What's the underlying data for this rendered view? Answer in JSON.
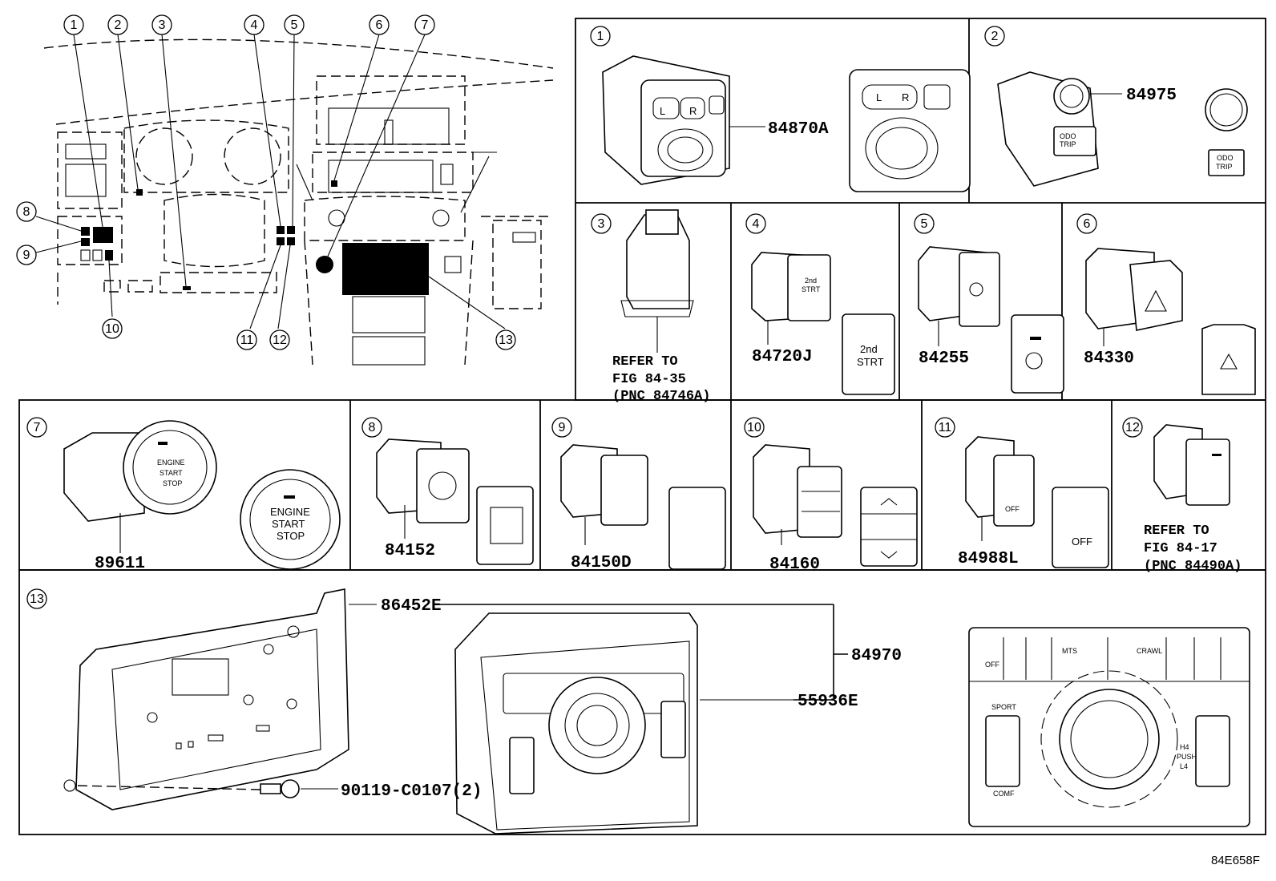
{
  "callouts": [
    "1",
    "2",
    "3",
    "4",
    "5",
    "6",
    "7",
    "8",
    "9",
    "10",
    "11",
    "12",
    "13"
  ],
  "panels": {
    "p1": {
      "num": "1",
      "part": "84870A",
      "btn_l": "L",
      "btn_r": "R"
    },
    "p2": {
      "num": "2",
      "part": "84975",
      "odo": "ODO",
      "trip": "TRIP"
    },
    "p3": {
      "num": "3",
      "ref1": "REFER TO",
      "ref2": "FIG 84-35",
      "ref3": "(PNC 84746A)"
    },
    "p4": {
      "num": "4",
      "part": "84720J",
      "btn1": "2nd",
      "btn2": "STRT"
    },
    "p5": {
      "num": "5",
      "part": "84255"
    },
    "p6": {
      "num": "6",
      "part": "84330"
    },
    "p7": {
      "num": "7",
      "part": "89611",
      "l1": "ENGINE",
      "l2": "START",
      "l3": "STOP"
    },
    "p8": {
      "num": "8",
      "part": "84152"
    },
    "p9": {
      "num": "9",
      "part": "84150D"
    },
    "p10": {
      "num": "10",
      "part": "84160"
    },
    "p11": {
      "num": "11",
      "part": "84988L",
      "off": "OFF"
    },
    "p12": {
      "num": "12",
      "ref1": "REFER TO",
      "ref2": "FIG 84-17",
      "ref3": "(PNC 84490A)"
    },
    "p13": {
      "num": "13",
      "part_a": "86452E",
      "part_b": "84970",
      "part_c": "55936E",
      "part_d": "90119-C0107(2)",
      "off": "OFF",
      "mts": "MTS",
      "crawl": "CRAWL",
      "sport": "SPORT",
      "comf": "COMF",
      "h4": "H4",
      "push": "PUSH",
      "l4": "L4"
    }
  },
  "figure_id": "84E658F"
}
